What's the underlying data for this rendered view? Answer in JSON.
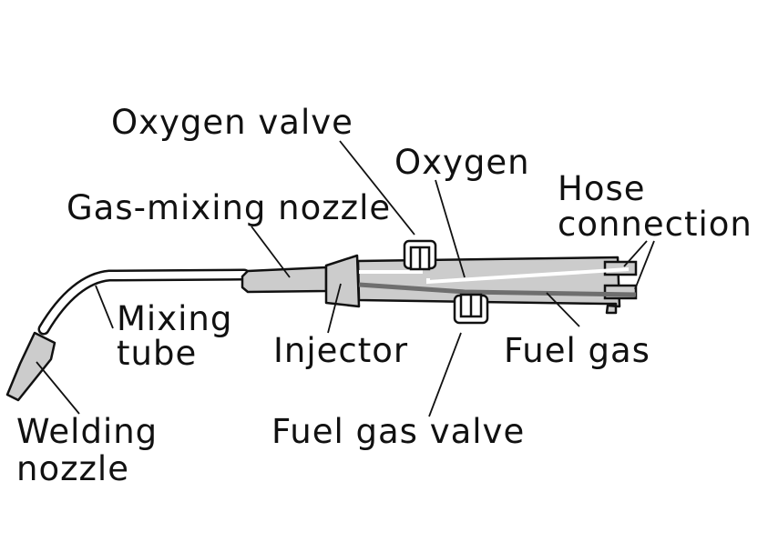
{
  "diagram": {
    "labels": {
      "oxygen_valve": "Oxygen valve",
      "oxygen": "Oxygen",
      "hose_connection_line1": "Hose",
      "hose_connection_line2": "connection",
      "gas_mixing_nozzle": "Gas-mixing nozzle",
      "mixing_tube_line1": "Mixing",
      "mixing_tube_line2": "tube",
      "injector": "Injector",
      "fuel_gas": "Fuel gas",
      "welding_nozzle_line1": "Welding",
      "welding_nozzle_line2": "nozzle",
      "fuel_gas_valve": "Fuel gas valve"
    },
    "colors": {
      "body_fill": "#cccccc",
      "outline": "#111111",
      "oxygen_channel": "#ffffff",
      "fuel_channel": "#6e6e6e"
    }
  }
}
